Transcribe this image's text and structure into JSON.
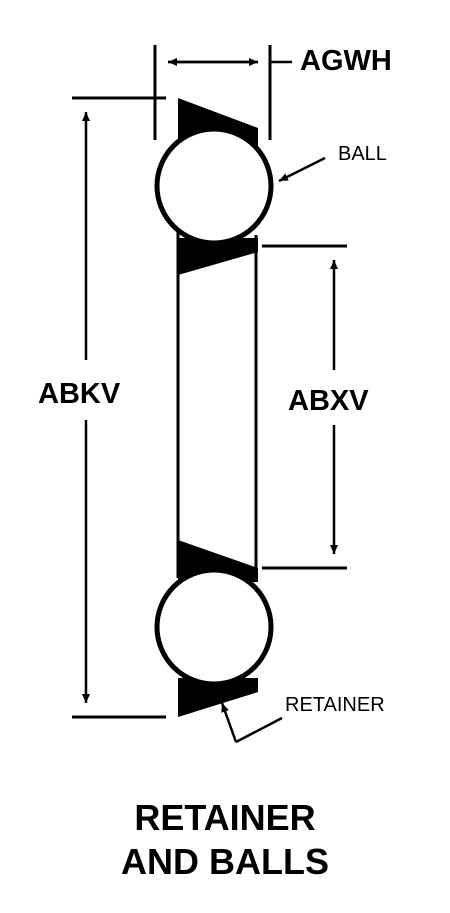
{
  "labels": {
    "agwh": "AGWH",
    "abkv": "ABKV",
    "abxv": "ABXV",
    "ball": "BALL",
    "retainer": "RETAINER"
  },
  "caption": {
    "line1": "RETAINER",
    "line2": "AND BALLS"
  },
  "colors": {
    "ink": "#000000",
    "paper": "#ffffff"
  }
}
